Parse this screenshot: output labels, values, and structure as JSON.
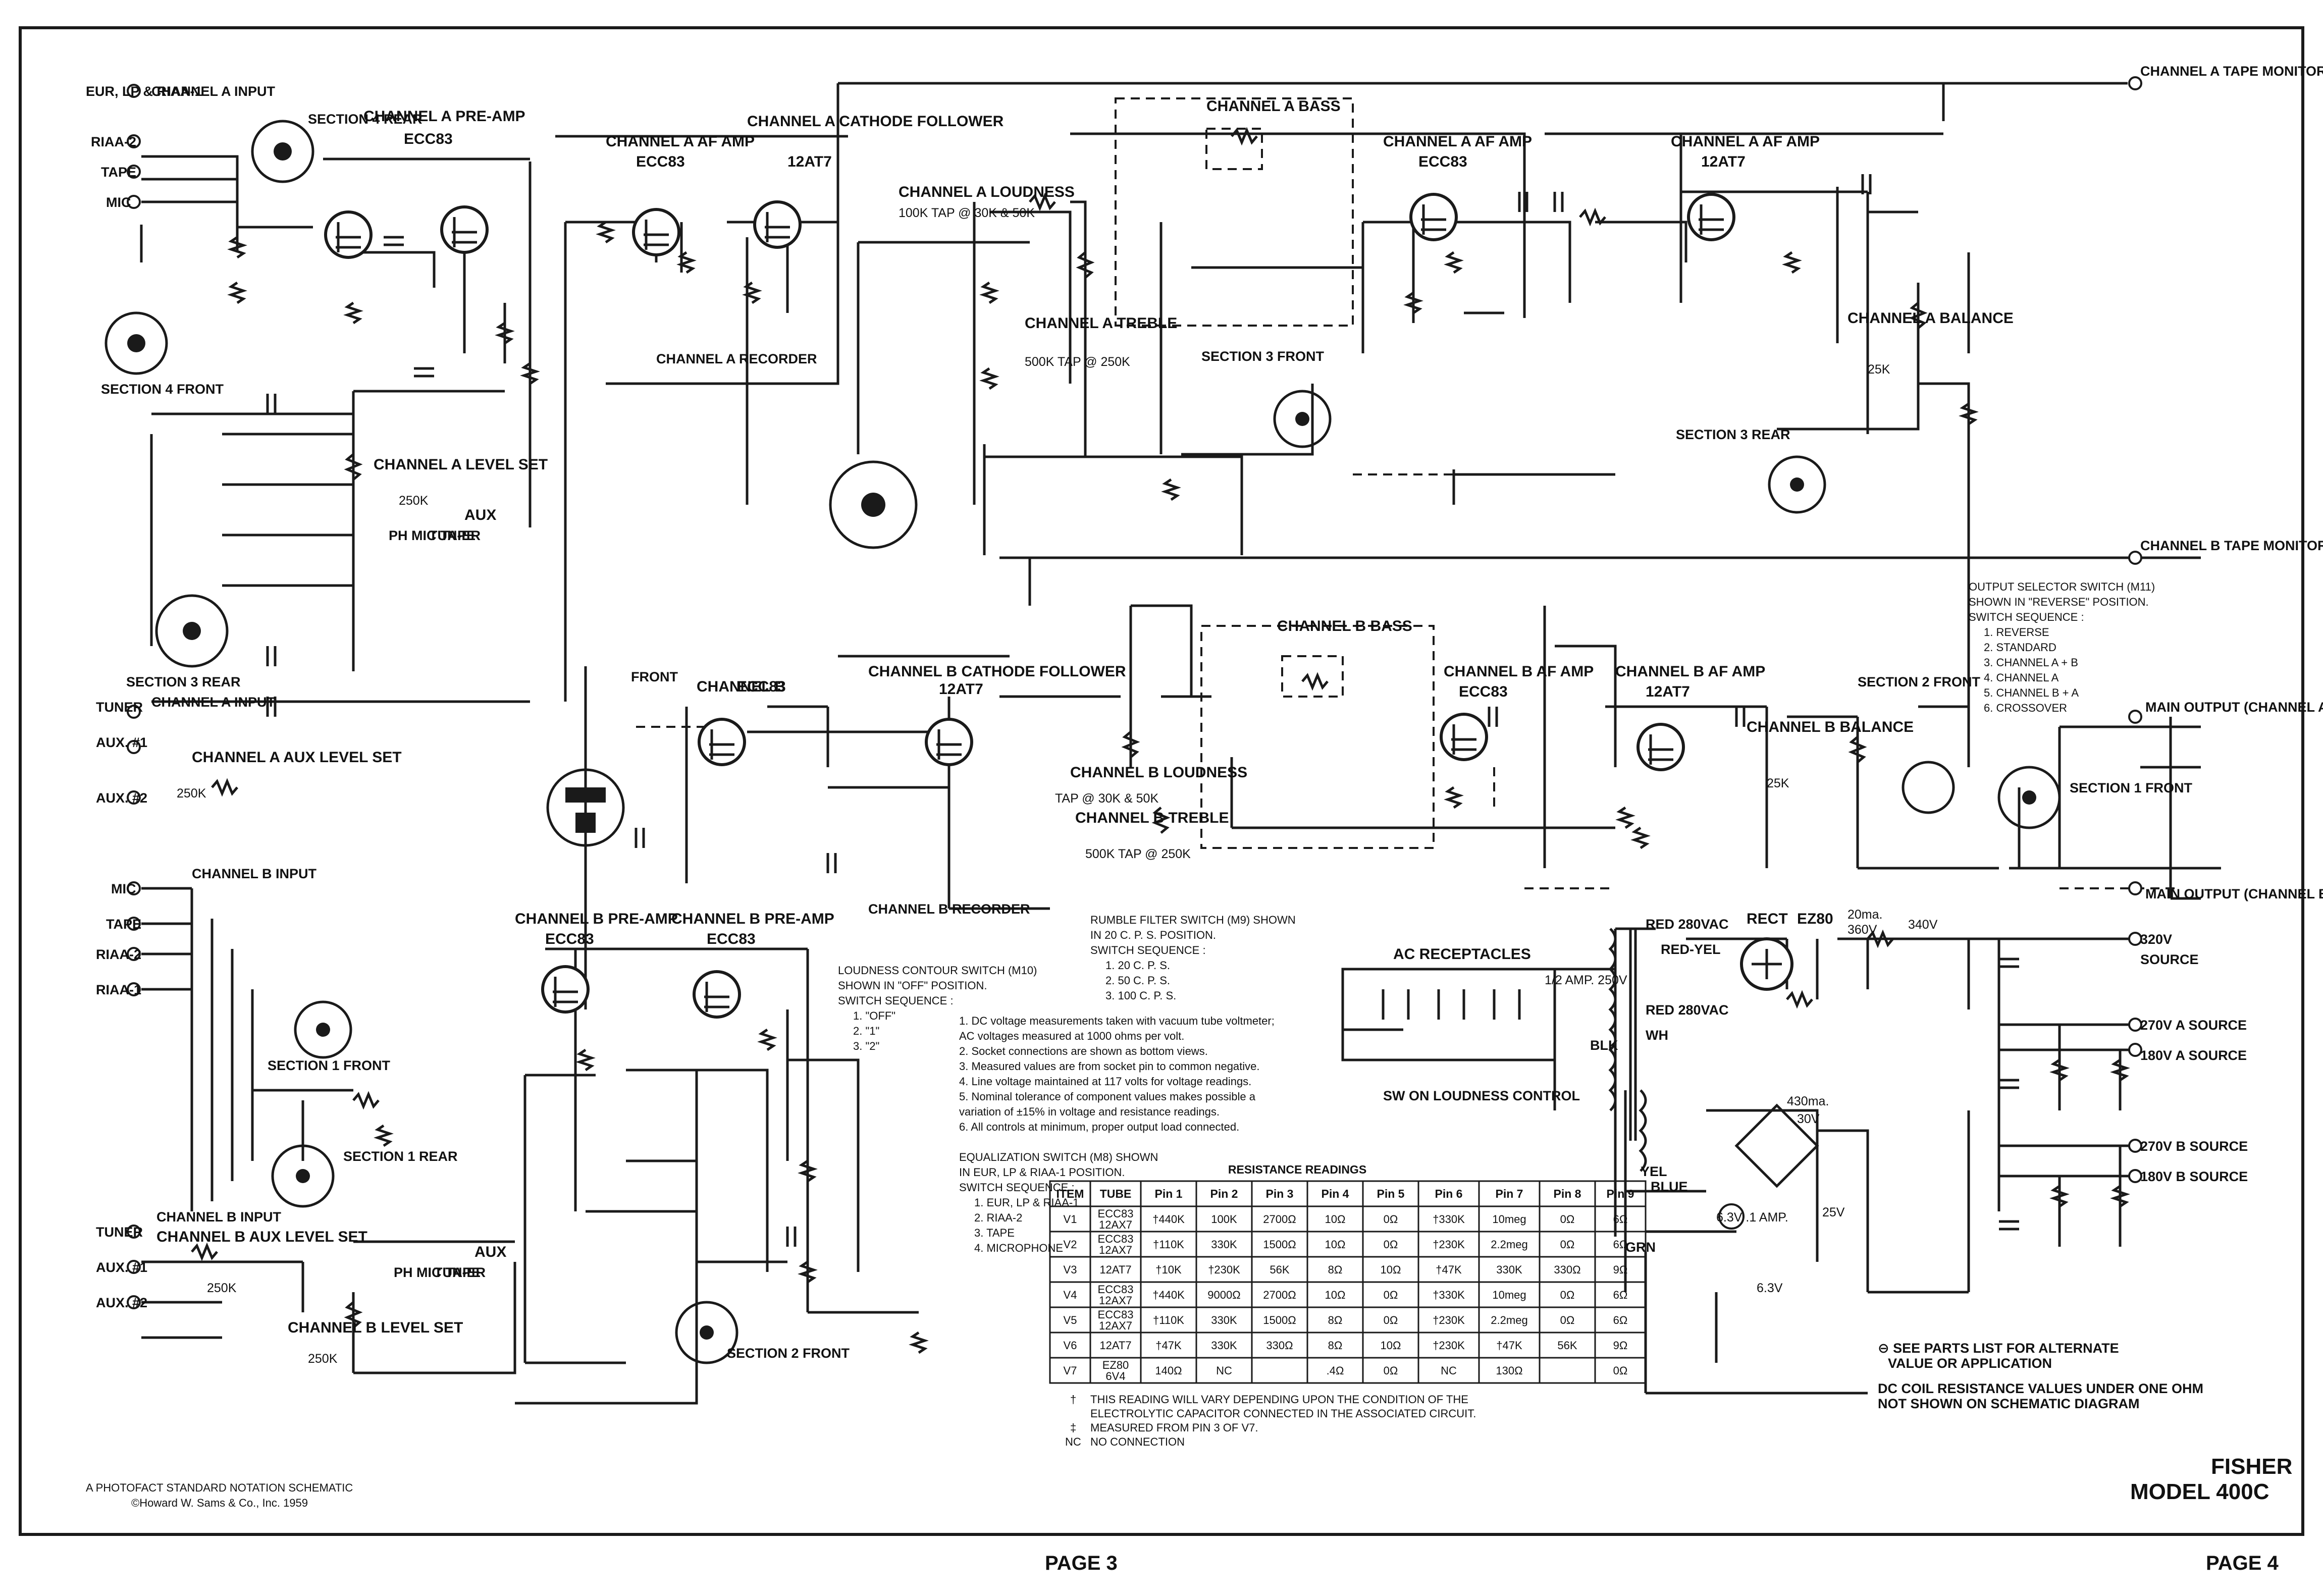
{
  "title": {
    "brand": "FISHER",
    "model": "MODEL 400C",
    "notation": "A PHOTOFACT STANDARD NOTATION SCHEMATIC",
    "copyright": "©Howard W. Sams & Co., Inc. 1959",
    "page_left": "PAGE 3",
    "page_right": "PAGE 4"
  },
  "connectors": {
    "a_inputs": [
      "EUR, LP & RIAA-1",
      "RIAA-2",
      "TAPE",
      "MIC"
    ],
    "a_input_label": "CHANNEL A INPUT",
    "b_inputs": [
      "MIC",
      "TAPE",
      "RIAA-2",
      "RIAA-1"
    ],
    "b_input_label": "CHANNEL B INPUT",
    "tuner_a": "TUNER",
    "tuner_a_label": "CHANNEL A INPUT",
    "aux1_a": "AUX. #1",
    "aux2_a": "AUX. #2",
    "tuner_b": "TUNER",
    "tuner_b_label": "CHANNEL B INPUT",
    "aux1_b": "AUX. #1",
    "aux2_b": "AUX. #2",
    "tape_mon_a": "CHANNEL A TAPE MONITOR",
    "tape_mon_b": "CHANNEL B TAPE MONITOR",
    "main_a": "MAIN OUTPUT (CHANNEL A)",
    "main_b": "MAIN OUTPUT (CHANNEL B)",
    "rec_a": "CHANNEL A RECORDER",
    "rec_b": "CHANNEL B RECORDER"
  },
  "stages": {
    "v1": "CHANNEL A PRE-AMP",
    "v1_tube": "ECC83",
    "v2a": "CHANNEL A AF AMP",
    "v2a_tube": "ECC83",
    "v3a": "CHANNEL A CATHODE FOLLOWER",
    "v3a_tube": "12AT7",
    "v2b": "CHANNEL A AF AMP",
    "v2b_tube": "ECC83",
    "v3b": "CHANNEL A AF AMP",
    "v3b_tube": "12AT7",
    "v4a": "CHANNEL B PRE-AMP",
    "v4a_tube": "ECC83",
    "v4b": "CHANNEL B PRE-AMP",
    "v4b_tube": "ECC83",
    "v5a": "CHANNEL B",
    "v5a_tube": "ECC83",
    "v6a": "CHANNEL B CATHODE FOLLOWER",
    "v6a_tube": "12AT7",
    "v5b": "CHANNEL B AF AMP",
    "v5b_tube": "ECC83",
    "v6b": "CHANNEL B AF AMP",
    "v6b_tube": "12AT7",
    "v7": "RECT",
    "v7_tube": "EZ80"
  },
  "controls": {
    "bass_a": "CHANNEL A BASS",
    "bass_b": "CHANNEL B BASS",
    "loud_a": "CHANNEL A LOUDNESS",
    "loud_a_val": "100K TAP @ 30K & 50K",
    "loud_b": "CHANNEL B LOUDNESS",
    "loud_b_val": "TAP @ 30K & 50K",
    "treble_a": "CHANNEL A TREBLE",
    "treble_a_val": "500K TAP @ 250K",
    "treble_b": "CHANNEL B TREBLE",
    "treble_b_val": "500K TAP @ 250K",
    "balance_a": "CHANNEL A BALANCE",
    "balance_a_val": "25K",
    "balance_b": "CHANNEL B BALANCE",
    "balance_b_val": "25K",
    "level_a": "CHANNEL A LEVEL SET",
    "level_a_val": "250K",
    "level_b": "CHANNEL B LEVEL SET",
    "level_b_val": "250K",
    "aux_a": "CHANNEL A AUX LEVEL SET",
    "aux_b": "CHANNEL B AUX LEVEL SET",
    "aux_val": "250K",
    "aux_head": "AUX",
    "phono_mic_tape": "PH MIC TAPE",
    "tuner": "TUN-ER"
  },
  "switch_labels": {
    "m8_s4_rear": "SECTION 4 REAR",
    "m8_s4_front": "SECTION 4 FRONT",
    "m8_s3_rear": "SECTION 3 REAR",
    "m8_s1_front": "SECTION 1 FRONT",
    "m8_s1_rear": "SECTION 1 REAR",
    "m8_s2_front": "SECTION 2 FRONT",
    "m9_front": "FRONT",
    "m11_s3_front": "SECTION 3 FRONT",
    "m11_s3_rear": "SECTION 3 REAR",
    "m11_s2_front": "SECTION 2 FRONT",
    "m11_s1_front": "SECTION 1 FRONT"
  },
  "notes": {
    "output_selector": [
      "OUTPUT SELECTOR SWITCH (M11)",
      "SHOWN IN \"REVERSE\" POSITION.",
      "SWITCH SEQUENCE :",
      "1. REVERSE",
      "2. STANDARD",
      "3. CHANNEL A + B",
      "4. CHANNEL A",
      "5. CHANNEL B + A",
      "6. CROSSOVER"
    ],
    "rumble": [
      "RUMBLE FILTER SWITCH (M9) SHOWN",
      "IN 20 C. P. S. POSITION.",
      "SWITCH SEQUENCE :",
      "1. 20 C. P. S.",
      "2. 50 C. P. S.",
      "3. 100 C. P. S."
    ],
    "loudness": [
      "LOUDNESS CONTOUR SWITCH (M10)",
      "SHOWN IN \"OFF\" POSITION.",
      "SWITCH SEQUENCE :",
      "1. \"OFF\"",
      "2. \"1\"",
      "3. \"2\""
    ],
    "general": [
      "1.  DC voltage measurements taken with vacuum tube voltmeter;",
      "     AC voltages measured at 1000 ohms per volt.",
      "2.  Socket connections are shown as bottom views.",
      "3.  Measured values are from socket pin to common negative.",
      "4.  Line voltage maintained at 117 volts for voltage readings.",
      "5.  Nominal tolerance of component values makes possible a",
      "     variation of ±15% in voltage and resistance readings.",
      "6.  All controls at minimum, proper output load connected."
    ],
    "equalization": [
      "EQUALIZATION SWITCH (M8) SHOWN",
      "IN EUR, LP & RIAA-1 POSITION.",
      "SWITCH SEQUENCE :",
      "1. EUR, LP & RIAA-1",
      "2. RIAA-2",
      "3. TAPE",
      "4. MICROPHONE"
    ],
    "parts": [
      "⊖ SEE PARTS LIST FOR ALTERNATE",
      "  VALUE OR APPLICATION",
      "DC COIL RESISTANCE VALUES UNDER ONE OHM",
      "NOT SHOWN ON SCHEMATIC DIAGRAM"
    ],
    "footnotes": [
      "THIS READING WILL VARY DEPENDING UPON THE CONDITION OF THE",
      "ELECTROLYTIC CAPACITOR CONNECTED IN THE ASSOCIATED CIRCUIT.",
      "MEASURED FROM PIN 3 OF V7.",
      "NO CONNECTION"
    ],
    "footnote_marks": [
      "†",
      "‡",
      "NC"
    ]
  },
  "power": {
    "ac_title": "AC RECEPTACLES",
    "sw": "SW ON LOUDNESS CONTROL",
    "fuse": "1/2 AMP. 250V",
    "red1": "RED 280VAC",
    "red_yel": "RED-YEL",
    "red2": "RED 280VAC",
    "blk": "BLK",
    "wh": "WH",
    "yel": "YEL",
    "blue": "BLUE",
    "grn": "GRN",
    "v320": "320V",
    "source": "SOURCE",
    "v270a": "270V A SOURCE",
    "v180a": "180V A SOURCE",
    "v270b": "270V B SOURCE",
    "v180b": "180V B SOURCE",
    "ma20": "20ma.",
    "v360": "360V",
    "v340": "340V",
    "ma430": "430ma.",
    "v30": "30V",
    "v25": "25V",
    "v63": "6.3V .1 AMP.",
    "v63b": "6.3V"
  },
  "resistance_table": {
    "title": "RESISTANCE READINGS",
    "headers": [
      "ITEM",
      "TUBE",
      "Pin 1",
      "Pin 2",
      "Pin 3",
      "Pin 4",
      "Pin 5",
      "Pin 6",
      "Pin 7",
      "Pin 8",
      "Pin 9"
    ],
    "rows": [
      [
        "V1",
        "ECC83 12AX7",
        "†440K",
        "100K",
        "2700Ω",
        "10Ω",
        "0Ω",
        "†330K",
        "10meg",
        "0Ω",
        "6Ω"
      ],
      [
        "V2",
        "ECC83 12AX7",
        "†110K",
        "330K",
        "1500Ω",
        "10Ω",
        "0Ω",
        "†230K",
        "2.2meg",
        "0Ω",
        "6Ω"
      ],
      [
        "V3",
        "12AT7",
        "†10K",
        "†230K",
        "56K",
        "8Ω",
        "10Ω",
        "†47K",
        "330K",
        "330Ω",
        "9Ω"
      ],
      [
        "V4",
        "ECC83 12AX7",
        "†440K",
        "9000Ω",
        "2700Ω",
        "10Ω",
        "0Ω",
        "†330K",
        "10meg",
        "0Ω",
        "6Ω"
      ],
      [
        "V5",
        "ECC83 12AX7",
        "†110K",
        "330K",
        "1500Ω",
        "8Ω",
        "0Ω",
        "†230K",
        "2.2meg",
        "0Ω",
        "6Ω"
      ],
      [
        "V6",
        "12AT7",
        "†47K",
        "330K",
        "330Ω",
        "8Ω",
        "10Ω",
        "†230K",
        "†47K",
        "56K",
        "9Ω"
      ],
      [
        "V7",
        "EZ80 6V4",
        "140Ω",
        "NC",
        "",
        ".4Ω",
        "0Ω",
        "NC",
        "130Ω",
        "",
        "0Ω"
      ]
    ]
  }
}
